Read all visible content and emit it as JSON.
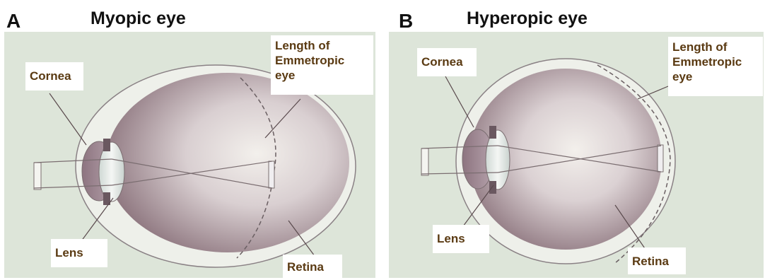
{
  "panels": [
    {
      "letter": "A",
      "title": "Myopic eye",
      "labels": {
        "cornea": "Cornea",
        "length_line1": "Length of",
        "length_line2": "Emmetropic",
        "length_line3": "eye",
        "lens": "Lens",
        "retina": "Retina"
      }
    },
    {
      "letter": "B",
      "title": "Hyperopic eye",
      "labels": {
        "cornea": "Cornea",
        "length_line1": "Length of",
        "length_line2": "Emmetropic",
        "length_line3": "eye",
        "lens": "Lens",
        "retina": "Retina"
      }
    }
  ],
  "colors": {
    "background": "#dde5d9",
    "label_text": "#5a3a12",
    "eye_fill": "#b8a3ab",
    "outline": "#7a6d70"
  }
}
